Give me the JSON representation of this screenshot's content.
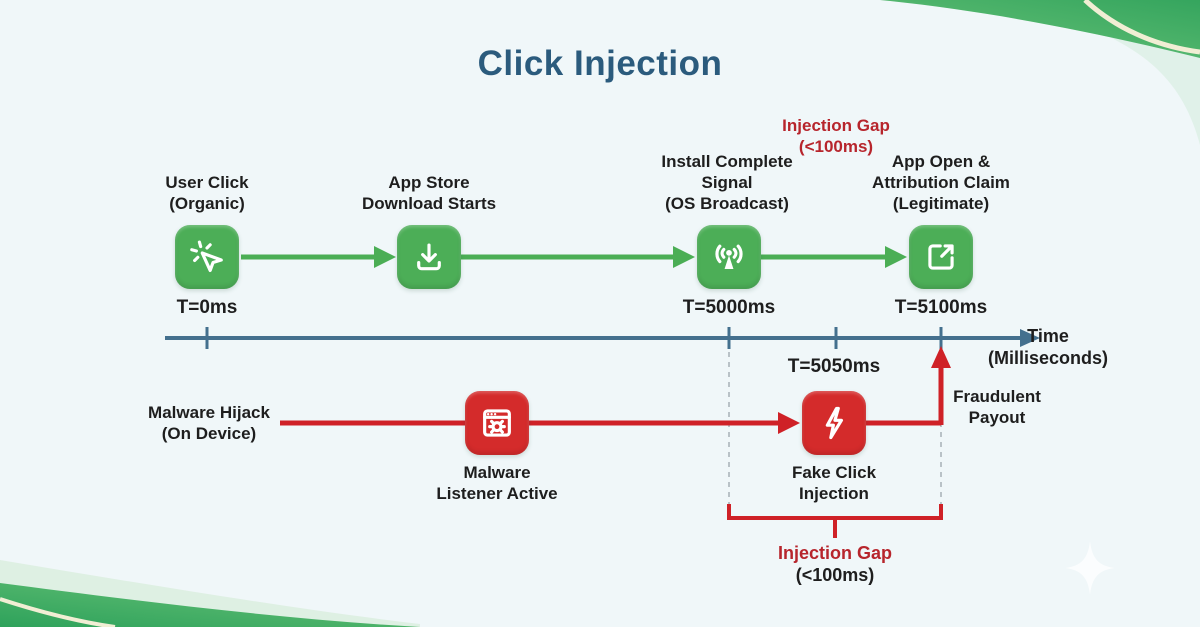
{
  "title": "Click Injection",
  "top_flow": {
    "gap_label": {
      "l1": "Injection Gap",
      "l2": "(<100ms)"
    },
    "steps": [
      {
        "l1": "User Click",
        "l2": "(Organic)",
        "time": "T=0ms",
        "icon": "cursor-click"
      },
      {
        "l1": "App Store",
        "l2": "Download Starts",
        "icon": "download"
      },
      {
        "l1": "Install Complete",
        "l2": "Signal",
        "l3": "(OS Broadcast)",
        "time": "T=5000ms",
        "icon": "broadcast"
      },
      {
        "l1": "App Open &",
        "l2": "Attribution Claim",
        "l3": "(Legitimate)",
        "time": "T=5100ms",
        "icon": "external-link"
      }
    ]
  },
  "axis": {
    "l1": "Time",
    "l2": "(Milliseconds)"
  },
  "bottom_flow": {
    "source": {
      "l1": "Malware Hijack",
      "l2": "(On Device)"
    },
    "listener": {
      "l1": "Malware",
      "l2": "Listener Active",
      "icon": "bug-browser"
    },
    "fake_click": {
      "l1": "Fake Click",
      "l2": "Injection",
      "time": "T=5050ms",
      "icon": "lightning"
    },
    "payout": {
      "l1": "Fraudulent",
      "l2": "Payout"
    },
    "gap_label": {
      "l1": "Injection Gap",
      "l2": "(<100ms)"
    }
  },
  "colors": {
    "green": "#4cae57",
    "red_icon": "#d42b2b",
    "red_line": "#cf2127",
    "red_text": "#b7252c",
    "axis_blue": "#44708e",
    "title_blue": "#2b5b7d",
    "text": "#1e1e1e",
    "background": "#f0f7f9"
  }
}
